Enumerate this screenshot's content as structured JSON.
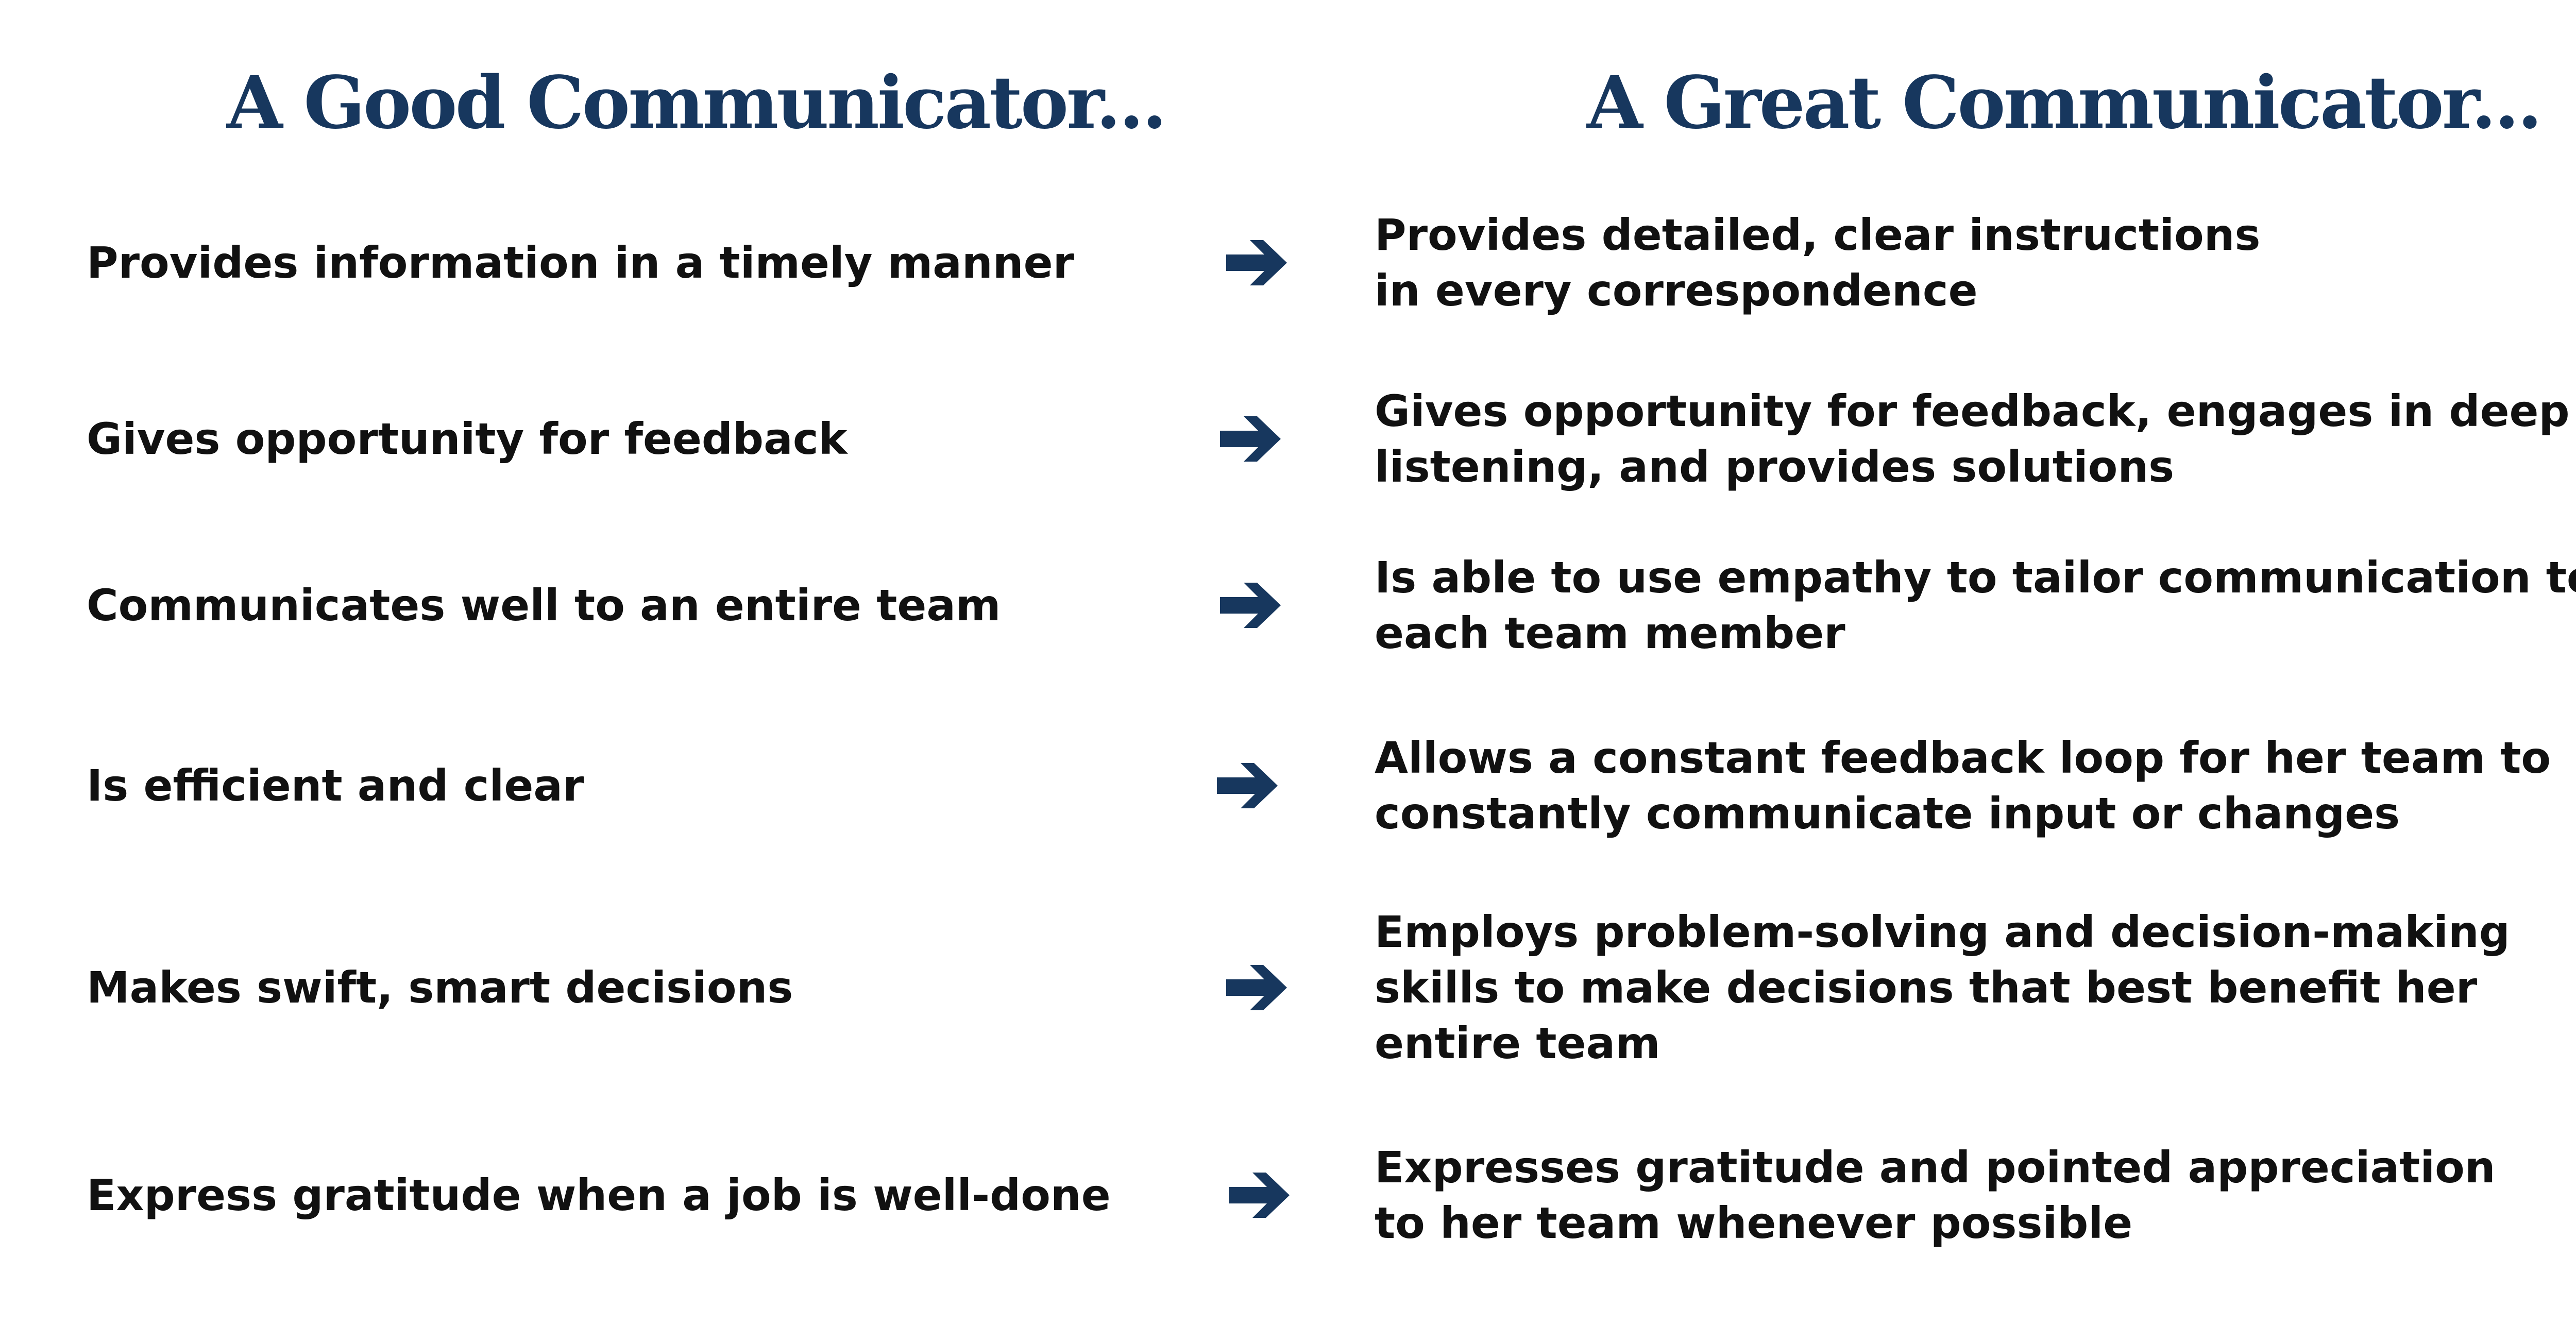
{
  "headings": {
    "good": "A Good Communicator...",
    "great": "A Great Communicator..."
  },
  "rows": [
    {
      "good": "Provides information in a timely manner",
      "great": [
        "Provides detailed, clear instructions",
        "in every correspondence"
      ]
    },
    {
      "good": "Gives opportunity for feedback",
      "great": [
        "Gives opportunity for feedback, engages in deep",
        "listening, and provides solutions"
      ]
    },
    {
      "good": "Communicates well to an entire team",
      "great": [
        "Is able to use empathy to tailor communication to",
        "each team member"
      ]
    },
    {
      "good": "Is efficient and clear",
      "great": [
        "Allows a constant feedback loop for her team to",
        "constantly communicate input or changes"
      ]
    },
    {
      "good": "Makes swift, smart decisions",
      "great": [
        "Employs problem-solving and decision-making",
        "skills to make decisions that best benefit her",
        "entire team"
      ]
    },
    {
      "good": "Express gratitude when a job is well-done",
      "great": [
        "Expresses gratitude and pointed appreciation",
        "to her team whenever possible"
      ]
    }
  ],
  "icons": {
    "arrow": "arrow-right-icon"
  },
  "colors": {
    "heading": "#17375e",
    "arrow": "#17375e",
    "text": "#111111",
    "background": "#ffffff"
  }
}
